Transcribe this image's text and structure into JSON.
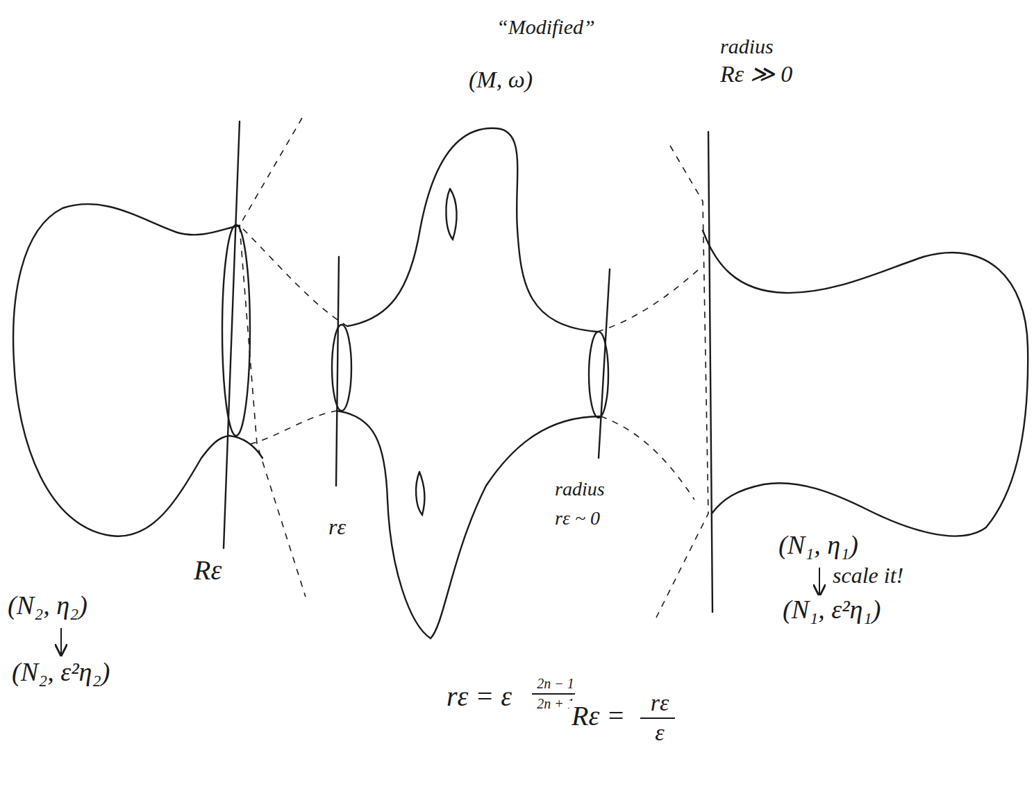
{
  "diagram": {
    "labels": [
      "“Modified”",
      "(M, ω)",
      "radius",
      "Rε ≫ 0",
      "Rε",
      "rε",
      "radius",
      "rε ~ 0",
      "(N₁, η₁)",
      "scale it!",
      "(N₁, ε²η₁)",
      "(N₂, η₂)",
      "(N₂, ε²η₂)",
      "rε = ε",
      "2n − 1",
      "2n + 1",
      "Rε =",
      "rε",
      "ε"
    ]
  }
}
